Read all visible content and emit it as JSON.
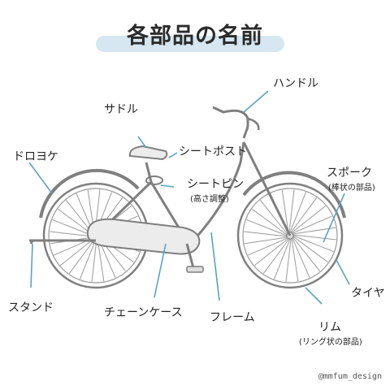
{
  "title": "各部品の名前",
  "labels": {
    "handle": "ハンドル",
    "saddle": "サドル",
    "seatpost": "シートポスト",
    "seatpin": "シートピン",
    "seatpin_note": "(高さ調整)",
    "dorohoke": "ドロヨケ",
    "spoke": "スポーク",
    "spoke_note": "(棒状の部品)",
    "tire": "タイヤ",
    "rim": "リム",
    "rim_note": "(リング状の部品)",
    "stand": "スタンド",
    "chaincase": "チェーンケース",
    "frame": "フレーム"
  },
  "credit": "@mmfum_design",
  "colors": {
    "leader": "#5aa3c4",
    "frame_line": "#7f7f7f",
    "frame_fill": "#ececec",
    "title_band": "#d6e7f1"
  }
}
